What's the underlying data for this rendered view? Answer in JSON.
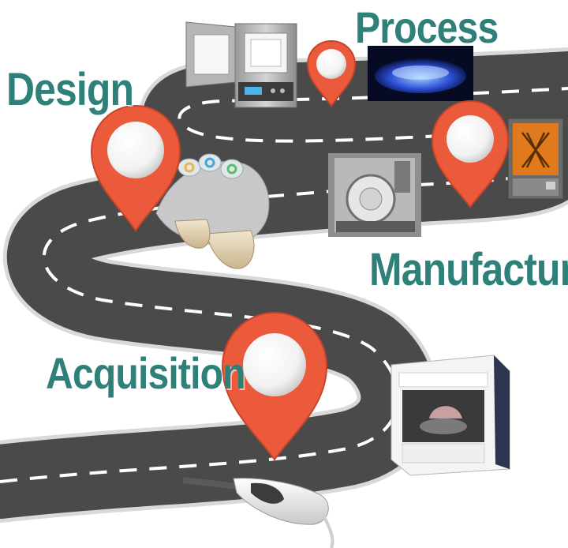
{
  "stages": {
    "design": "Design",
    "process": "Process",
    "manufacture": "Manufacture",
    "acquisition": "Acquisition"
  },
  "colors": {
    "road": "#4a4a4a",
    "road_edge": "#d9d9d9",
    "lane_marking": "#ffffff",
    "pin": "#ec5a3c",
    "label": "#2f8079"
  },
  "icons": [
    "furnace-icon",
    "3d-scan-render-icon",
    "dental-model-icon",
    "milling-machine-icon",
    "3d-printer-icon",
    "lab-scanner-icon",
    "intraoral-scanner-icon"
  ]
}
